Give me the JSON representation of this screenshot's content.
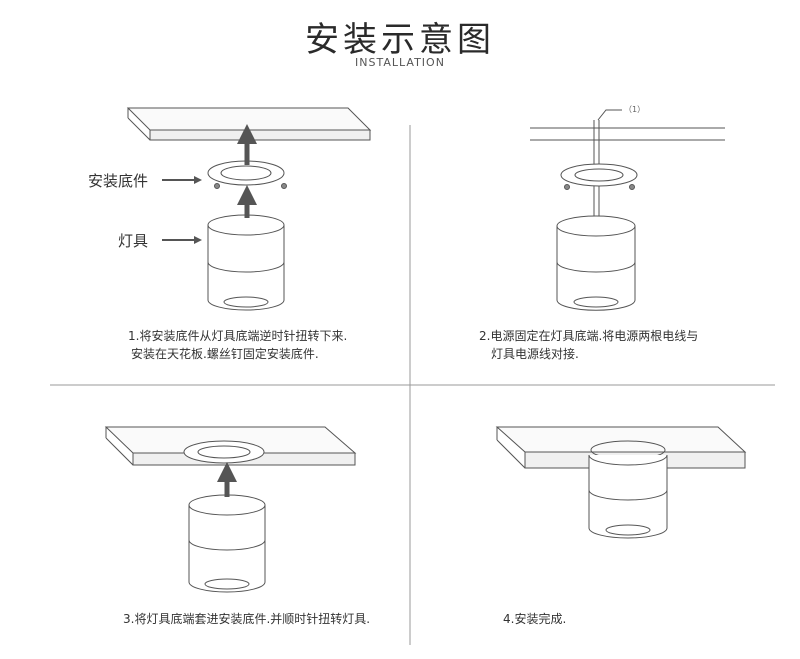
{
  "header": {
    "title": "安装示意图",
    "subtitle": "INSTALLATION"
  },
  "labels": {
    "base": "安装底件",
    "lamp": "灯具",
    "note": "（1）"
  },
  "steps": [
    {
      "line1": "1.将安装底件从灯具底端逆时针扭转下来.",
      "line2": "安装在天花板.螺丝钉固定安装底件."
    },
    {
      "line1": "2.电源固定在灯具底端.将电源两根电线与",
      "line2": "灯具电源线对接."
    },
    {
      "line1": "3.将灯具底端套进安装底件.并顺时针扭转灯具."
    },
    {
      "line1": "4.安装完成."
    }
  ],
  "colors": {
    "line": "#555555",
    "arrow": "#555555",
    "divider": "#999999"
  }
}
